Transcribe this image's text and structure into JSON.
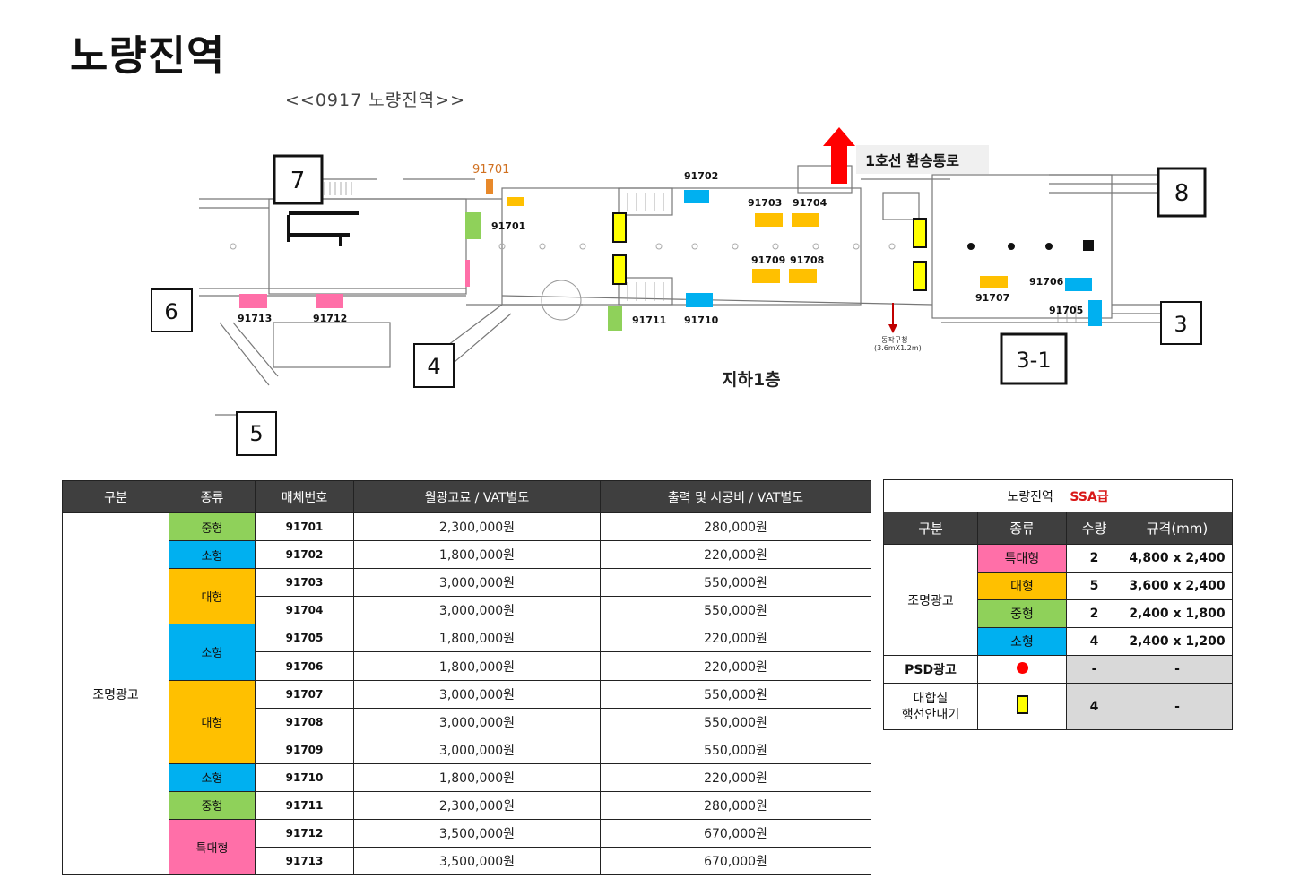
{
  "page_title": "노량진역",
  "plan": {
    "station_caption": "<<0917 노량진역>>",
    "floor_label": "지하1층",
    "transfer_label": "1호선 환승통로",
    "exits": [
      "7",
      "8",
      "6",
      "3",
      "4",
      "3-1",
      "5"
    ],
    "ad_labels": {
      "a91701_orange": "91701",
      "a91701": "91701",
      "a91702": "91702",
      "a91703": "91703",
      "a91704": "91704",
      "a91709": "91709",
      "a91708": "91708",
      "a91706": "91706",
      "a91707": "91707",
      "a91705": "91705",
      "a91713": "91713",
      "a91712": "91712",
      "a91711": "91711",
      "a91710": "91710"
    },
    "work_site": "동작구청",
    "work_site_size": "(3.6mX1.2m)"
  },
  "main_table": {
    "headers": [
      "구분",
      "종류",
      "매체번호",
      "월광고료 / VAT별도",
      "출력 및 시공비 / VAT별도"
    ],
    "category": "조명광고",
    "type_groups": [
      {
        "label": "중형",
        "color": "green"
      },
      {
        "label": "소형",
        "color": "blue"
      },
      {
        "label": "대형",
        "color": "orange"
      },
      {
        "label": "소형",
        "color": "blue"
      },
      {
        "label": "대형",
        "color": "orange"
      },
      {
        "label": "소형",
        "color": "blue"
      },
      {
        "label": "중형",
        "color": "green"
      },
      {
        "label": "특대형",
        "color": "pink"
      }
    ],
    "rows": [
      {
        "code": "91701",
        "monthly": "2,300,000원",
        "install": "280,000원"
      },
      {
        "code": "91702",
        "monthly": "1,800,000원",
        "install": "220,000원"
      },
      {
        "code": "91703",
        "monthly": "3,000,000원",
        "install": "550,000원"
      },
      {
        "code": "91704",
        "monthly": "3,000,000원",
        "install": "550,000원"
      },
      {
        "code": "91705",
        "monthly": "1,800,000원",
        "install": "220,000원"
      },
      {
        "code": "91706",
        "monthly": "1,800,000원",
        "install": "220,000원"
      },
      {
        "code": "91707",
        "monthly": "3,000,000원",
        "install": "550,000원"
      },
      {
        "code": "91708",
        "monthly": "3,000,000원",
        "install": "550,000원"
      },
      {
        "code": "91709",
        "monthly": "3,000,000원",
        "install": "550,000원"
      },
      {
        "code": "91710",
        "monthly": "1,800,000원",
        "install": "220,000원"
      },
      {
        "code": "91711",
        "monthly": "2,300,000원",
        "install": "280,000원"
      },
      {
        "code": "91712",
        "monthly": "3,500,000원",
        "install": "670,000원"
      },
      {
        "code": "91713",
        "monthly": "3,500,000원",
        "install": "670,000원"
      }
    ]
  },
  "summary_table": {
    "station": "노량진역",
    "grade": "SSA급",
    "headers": [
      "구분",
      "종류",
      "수량",
      "규격(mm)"
    ],
    "lit_category": "조명광고",
    "lit_rows": [
      {
        "type": "특대형",
        "color": "pink",
        "qty": "2",
        "spec": "4,800 x 2,400"
      },
      {
        "type": "대형",
        "color": "orange",
        "qty": "5",
        "spec": "3,600 x 2,400"
      },
      {
        "type": "중형",
        "color": "green",
        "qty": "2",
        "spec": "2,400 x 1,800"
      },
      {
        "type": "소형",
        "color": "blue",
        "qty": "4",
        "spec": "2,400 x 1,200"
      }
    ],
    "psd": {
      "category": "PSD광고",
      "qty": "-",
      "spec": "-"
    },
    "guide": {
      "category_line1": "대합실",
      "category_line2": "행선안내기",
      "qty": "4",
      "spec": "-"
    }
  },
  "colors": {
    "green": "#8fd15a",
    "blue": "#00b0f0",
    "orange": "#ffc000",
    "pink": "#ff6fa8",
    "yellow": "#ffff00",
    "red": "#ff0000",
    "header_dark": "#3f3f3f"
  }
}
